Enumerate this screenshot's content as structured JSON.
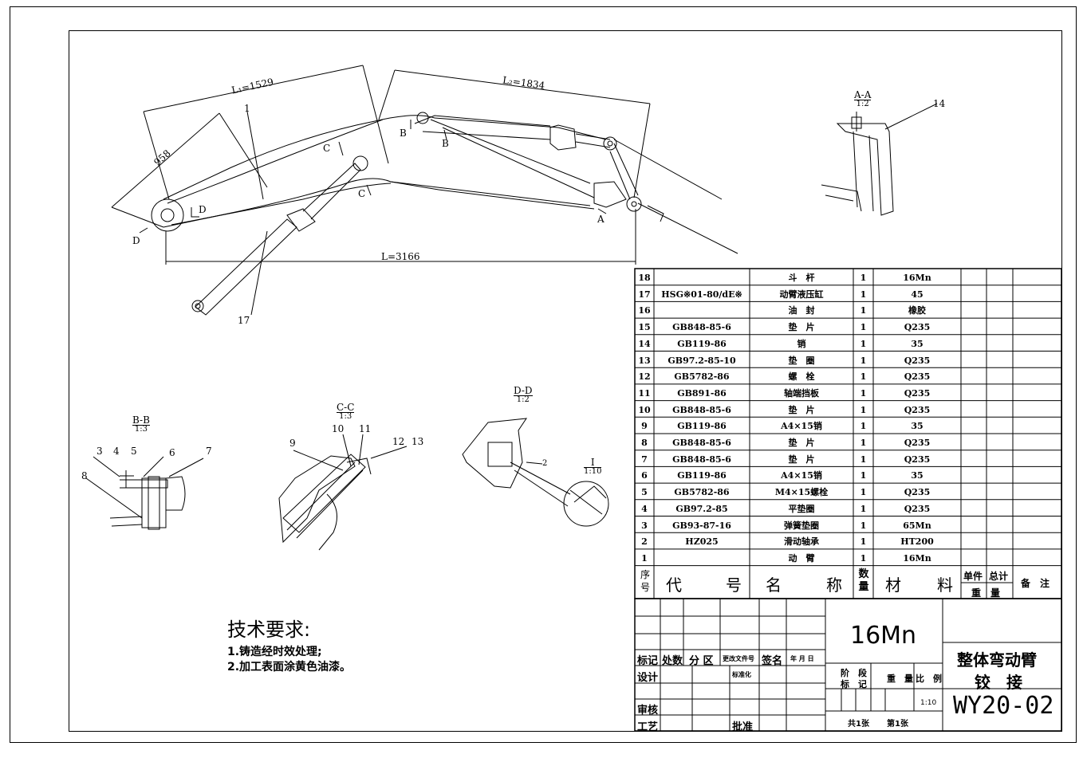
{
  "dimensions": {
    "l_upper": "L₁=1529",
    "l_right": "L₂=1834",
    "l_bottom": "L=3166",
    "diag": "958"
  },
  "callouts": [
    "1",
    "17",
    "14",
    "9",
    "10",
    "11",
    "12",
    "13",
    "3",
    "4",
    "5",
    "6",
    "7",
    "8",
    "2"
  ],
  "section_marks": {
    "b_top": "B",
    "b_bottom": "B",
    "c_top": "C",
    "c_bottom": "C",
    "d_left": "D",
    "d_right": "D",
    "a_mark": "A"
  },
  "views": {
    "aa": {
      "name": "A-A",
      "scale": "1:2"
    },
    "bb": {
      "name": "B-B",
      "scale": "1:3"
    },
    "cc": {
      "name": "C-C",
      "scale": "1:3"
    },
    "dd": {
      "name": "D-D",
      "scale": "1:2"
    },
    "detail": {
      "name": "I",
      "scale": "1:10"
    }
  },
  "bom": {
    "rows": [
      {
        "no": "18",
        "code": "",
        "name": "斗　杆",
        "qty": "1",
        "material": "16Mn"
      },
      {
        "no": "17",
        "code": "HSG※01-80/dE※",
        "name": "动臂液压缸",
        "qty": "1",
        "material": "45"
      },
      {
        "no": "16",
        "code": "",
        "name": "油　封",
        "qty": "1",
        "material": "橡胶"
      },
      {
        "no": "15",
        "code": "GB848-85-6",
        "name": "垫　片",
        "qty": "1",
        "material": "Q235"
      },
      {
        "no": "14",
        "code": "GB119-86",
        "name": "销",
        "qty": "1",
        "material": "35"
      },
      {
        "no": "13",
        "code": "GB97.2-85-10",
        "name": "垫　圈",
        "qty": "1",
        "material": "Q235"
      },
      {
        "no": "12",
        "code": "GB5782-86",
        "name": "螺　栓",
        "qty": "1",
        "material": "Q235"
      },
      {
        "no": "11",
        "code": "GB891-86",
        "name": "轴端挡板",
        "qty": "1",
        "material": "Q235"
      },
      {
        "no": "10",
        "code": "GB848-85-6",
        "name": "垫　片",
        "qty": "1",
        "material": "Q235"
      },
      {
        "no": "9",
        "code": "GB119-86",
        "name": "A4×15销",
        "qty": "1",
        "material": "35"
      },
      {
        "no": "8",
        "code": "GB848-85-6",
        "name": "垫　片",
        "qty": "1",
        "material": "Q235"
      },
      {
        "no": "7",
        "code": "GB848-85-6",
        "name": "垫　片",
        "qty": "1",
        "material": "Q235"
      },
      {
        "no": "6",
        "code": "GB119-86",
        "name": "A4×15销",
        "qty": "1",
        "material": "35"
      },
      {
        "no": "5",
        "code": "GB5782-86",
        "name": "M4×15螺栓",
        "qty": "1",
        "material": "Q235"
      },
      {
        "no": "4",
        "code": "GB97.2-85",
        "name": "平垫圈",
        "qty": "1",
        "material": "Q235"
      },
      {
        "no": "3",
        "code": "GB93-87-16",
        "name": "弹簧垫圈",
        "qty": "1",
        "material": "65Mn"
      },
      {
        "no": "2",
        "code": "HZ025",
        "name": "滑动轴承",
        "qty": "1",
        "material": "HT200"
      },
      {
        "no": "1",
        "code": "",
        "name": "动　臂",
        "qty": "1",
        "material": "16Mn"
      }
    ],
    "header": {
      "no_1": "序",
      "no_2": "号",
      "code_1": "代",
      "code_2": "号",
      "name_1": "名",
      "name_2": "称",
      "qty_1": "数",
      "qty_2": "量",
      "mat_1": "材",
      "mat_2": "料",
      "unit_w": "单件",
      "total_w": "总计",
      "weight": "重　量",
      "remark": "备　注"
    }
  },
  "tech": {
    "title": "技术要求:",
    "items": [
      "1.铸造经时效处理;",
      "2.加工表面涂黄色油漆。"
    ]
  },
  "title_block": {
    "material": "16Mn",
    "name_line1": "整体弯动臂",
    "name_line2": "铰　接",
    "drawing_no": "WY20-02",
    "labels": {
      "mark": "标记",
      "count": "处数",
      "zone": "分 区",
      "change_doc": "更改文件号",
      "sign": "签名",
      "date": "年 月 日",
      "design": "设计",
      "standard": "标准化",
      "review": "审核",
      "process": "工艺",
      "approve": "批准",
      "stage_1": "阶　段",
      "stage_2": "标　记",
      "weight": "重　量",
      "scale": "比　例",
      "scale_value": "1:10",
      "sheets_total": "共1张",
      "sheet_no": "第1张"
    }
  }
}
